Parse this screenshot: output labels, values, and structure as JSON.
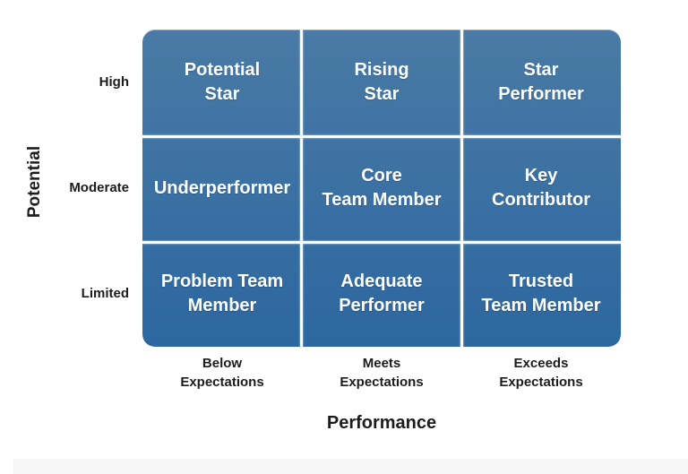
{
  "colors": {
    "cell_gradient_top": "#4A7AA5",
    "cell_gradient_bottom": "#2C67A0",
    "divider": "#FFFFFF",
    "cell_text": "#FFFFFF",
    "axis_text": "#1C1C1C",
    "footer_bar": "#F5F6F5"
  },
  "y_axis": {
    "title": "Potential",
    "labels": [
      "High",
      "Moderate",
      "Limited"
    ]
  },
  "x_axis": {
    "title": "Performance",
    "labels": [
      "Below\nExpectations",
      "Meets\nExpectations",
      "Exceeds\nExpectations"
    ]
  },
  "cells": [
    [
      "Potential\nStar",
      "Rising\nStar",
      "Star\nPerformer"
    ],
    [
      "Underperformer",
      "Core\nTeam Member",
      "Key\nContributor"
    ],
    [
      "Problem Team\nMember",
      "Adequate\nPerformer",
      "Trusted\nTeam Member"
    ]
  ]
}
